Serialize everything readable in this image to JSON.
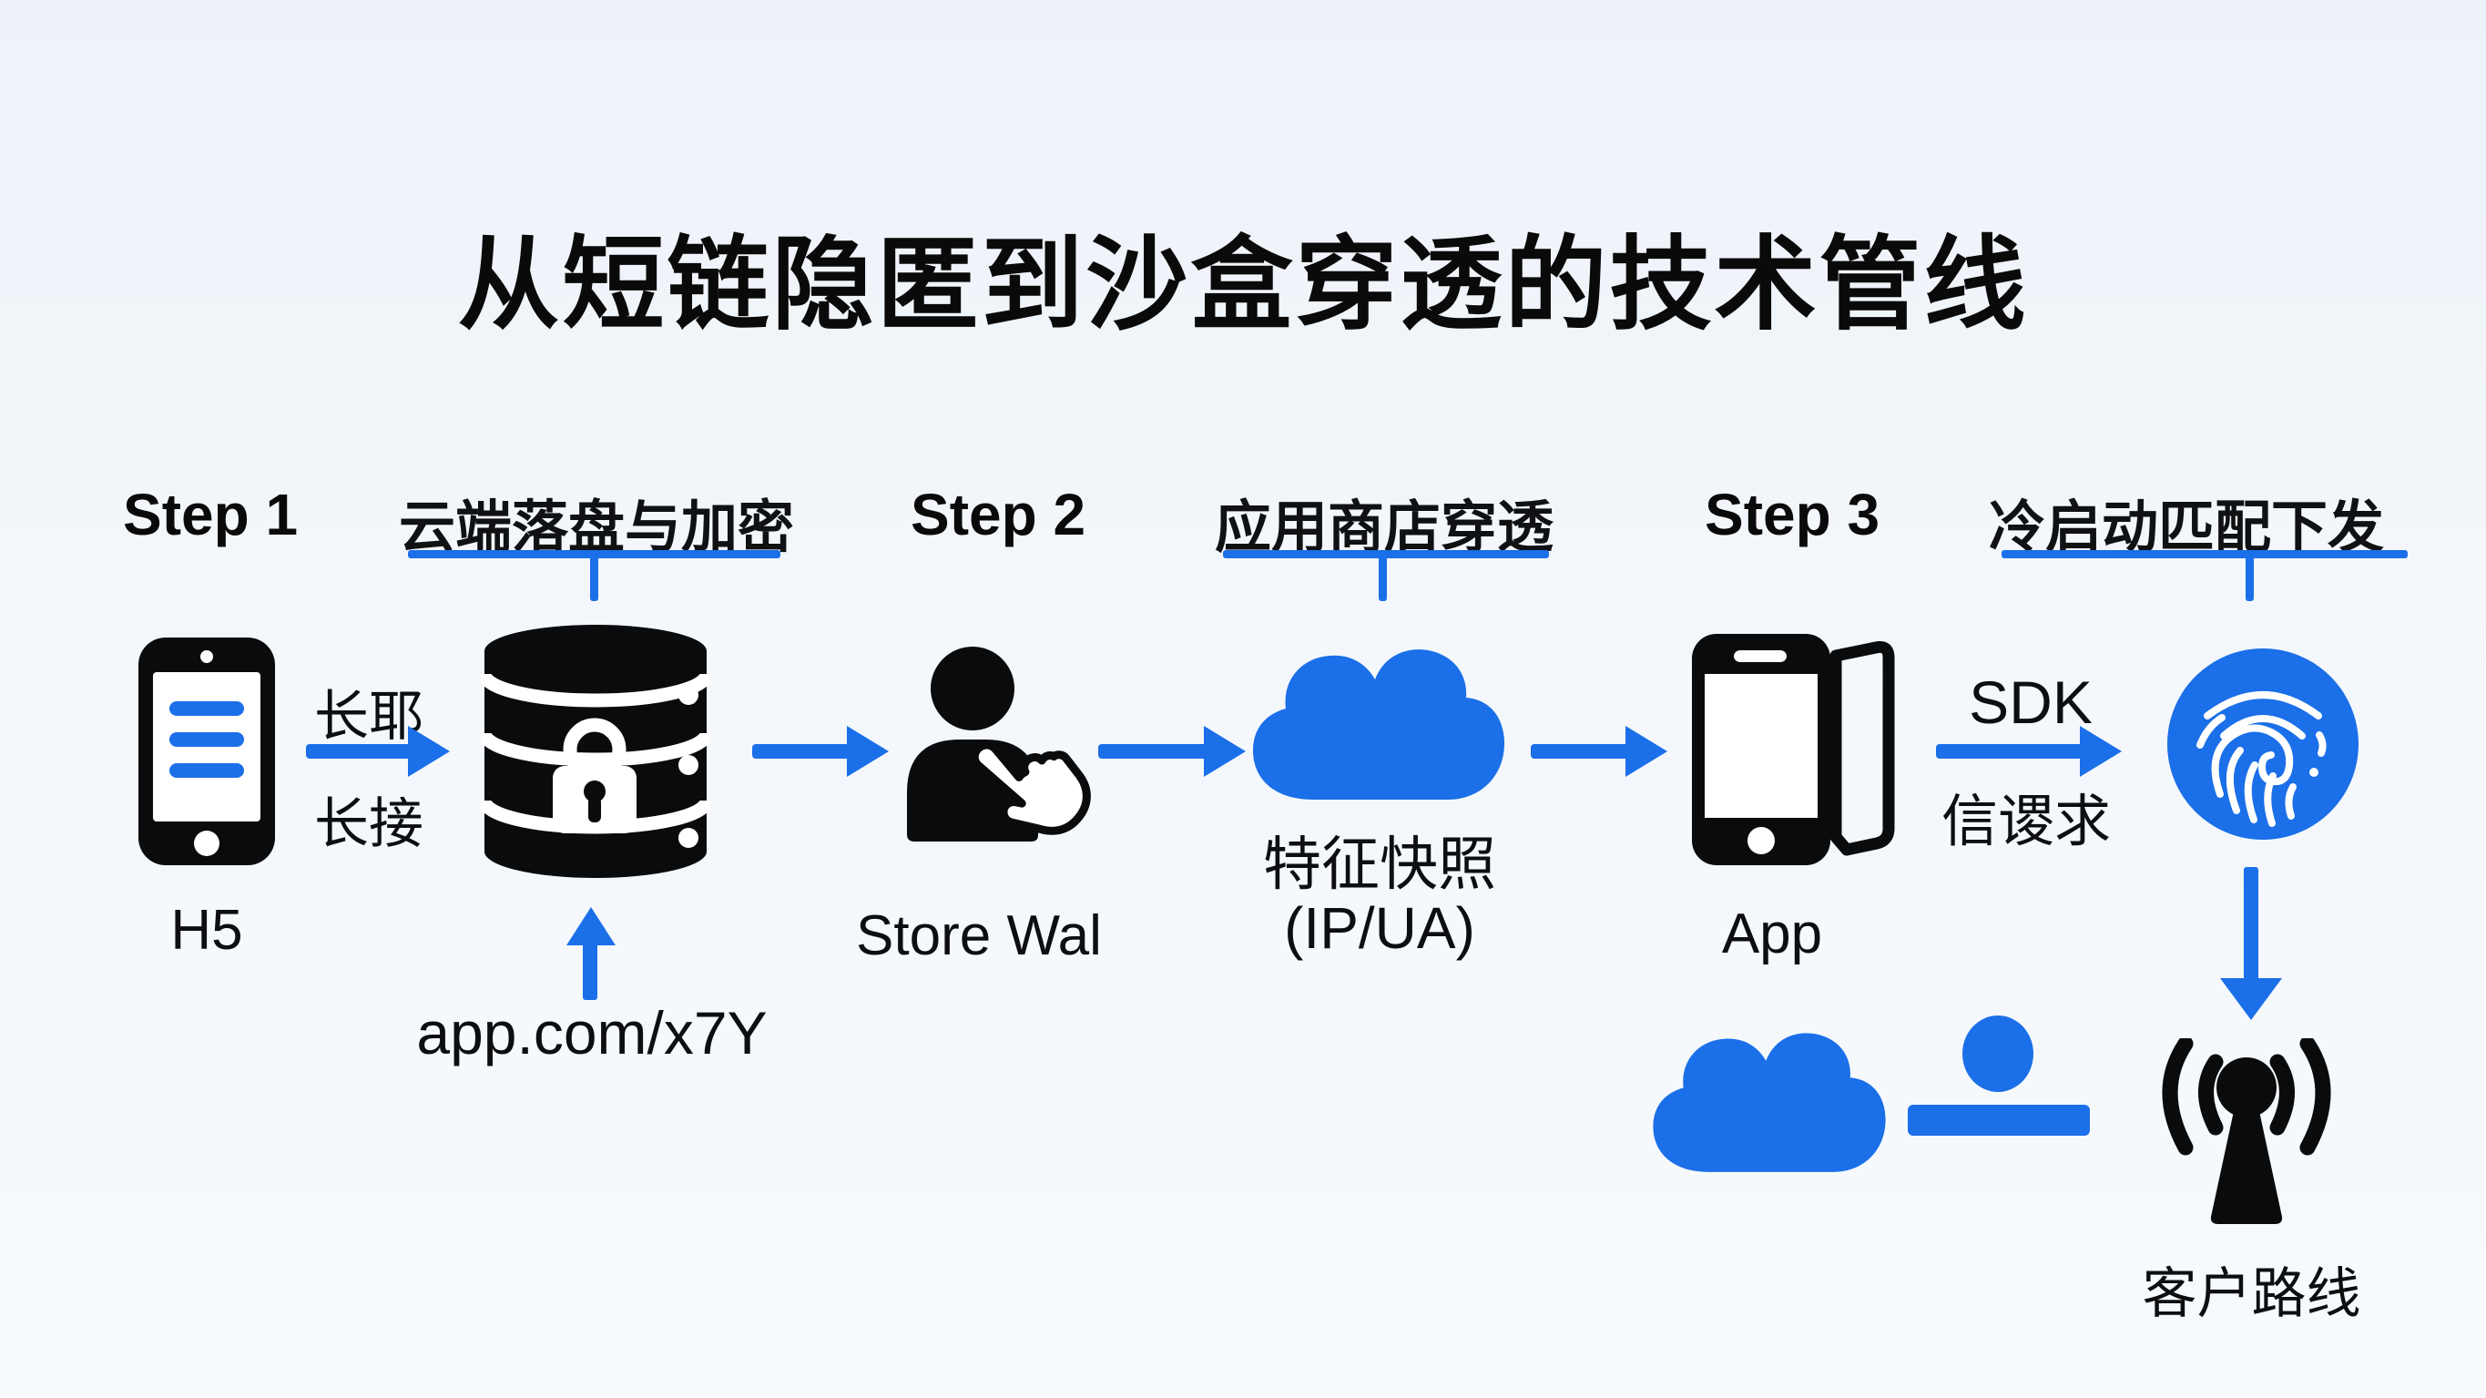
{
  "title": "从短链隐匿到沙盒穿透的技术管线",
  "steps": [
    {
      "name": "Step 1",
      "label": "云端落盘与加密"
    },
    {
      "name": "Step 2",
      "label": "应用商店穿透"
    },
    {
      "name": "Step 3",
      "label": "冷启动匹配下发"
    }
  ],
  "edges": {
    "h5_to_db": {
      "top": "长耶",
      "bottom": "长接"
    },
    "app_to_fp": {
      "top": "SDK",
      "bottom": "信谡求"
    }
  },
  "nodes": {
    "h5": {
      "label": "H5",
      "icon": "smartphone-icon"
    },
    "database": {
      "caption": "app.com/x7Y",
      "icon": "database-lock-icon"
    },
    "store": {
      "label": "Store Wal",
      "icon": "user-click-icon"
    },
    "snapshot": {
      "line1": "特征快照",
      "line2": "(IP/UA)",
      "icon": "cloud-icon"
    },
    "app": {
      "label": "App",
      "icon": "app-phone-icon"
    },
    "fingerprint": {
      "icon": "fingerprint-icon"
    },
    "cloud_bottom": {
      "icon": "cloud-icon"
    },
    "person_bottom": {
      "icon": "person-icon"
    },
    "client_route": {
      "label": "客户路线",
      "icon": "broadcast-antenna-icon"
    }
  },
  "colors": {
    "accent": "#1B6FE8",
    "ink": "#0A0B0C",
    "background": "#F2F6FB"
  }
}
